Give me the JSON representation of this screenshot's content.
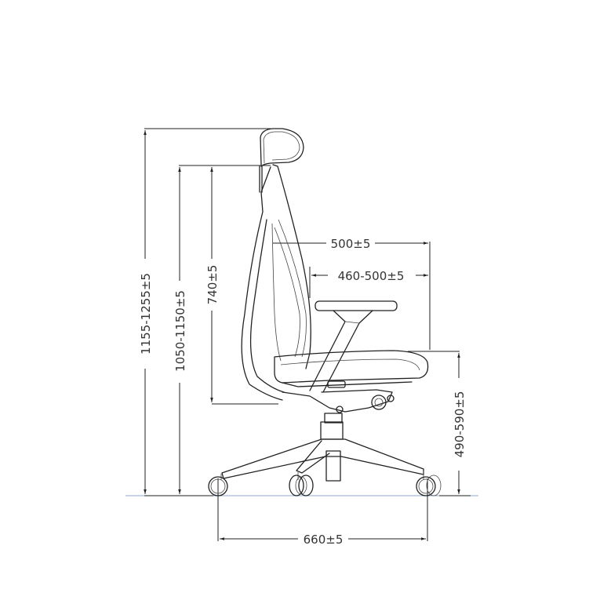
{
  "drawing": {
    "subject": "Office chair side elevation with dimensions",
    "colors": {
      "line": "#222222",
      "text": "#333333",
      "floor_line": "#8fa8cf",
      "background": "#ffffff"
    },
    "dimensions": {
      "overall_height": "1155-1255±5",
      "backrest_top_height": "1050-1150±5",
      "backrest_height": "740±5",
      "seat_depth": "500±5",
      "seat_depth_adjust": "460-500±5",
      "seat_height": "490-590±5",
      "base_width": "660±5"
    }
  }
}
